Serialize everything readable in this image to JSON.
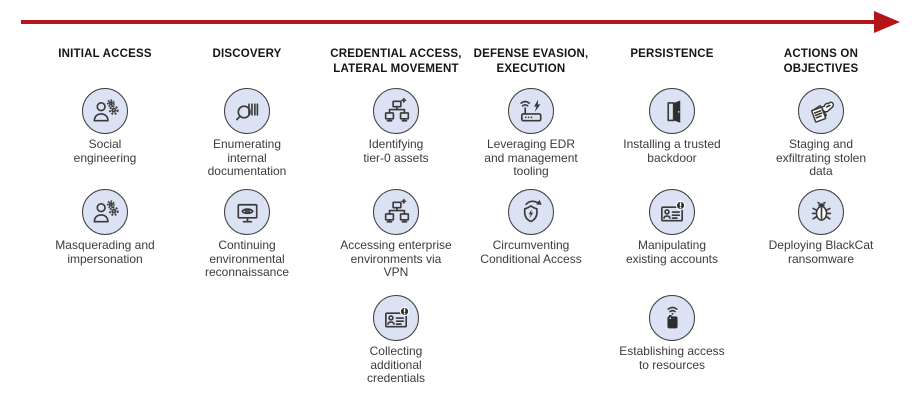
{
  "diagram": {
    "arrow": {
      "direction": "right",
      "color": "#b51418"
    },
    "style": {
      "icon_circle_fill": "#dbe2f3",
      "icon_circle_stroke": "#3f3f3f",
      "icon_glyph_color": "#3a3a3a",
      "header_color": "#151515",
      "label_color": "#3b3b3b",
      "background": "#ffffff"
    },
    "columns": [
      {
        "header": "INITIAL ACCESS",
        "items": [
          {
            "icon": "people-gear-icon",
            "label": "Social\nengineering"
          },
          {
            "icon": "people-gear-icon",
            "label": "Masquerading and\nimpersonation"
          }
        ]
      },
      {
        "header": "DISCOVERY",
        "items": [
          {
            "icon": "barcode-magnifier-icon",
            "label": "Enumerating\ninternal\ndocumentation"
          },
          {
            "icon": "monitor-eye-icon",
            "label": "Continuing\nenvironmental\nreconnaissance"
          }
        ]
      },
      {
        "header": "CREDENTIAL ACCESS,\nLATERAL MOVEMENT",
        "items": [
          {
            "icon": "network-assets-icon",
            "label": "Identifying\ntier-0 assets"
          },
          {
            "icon": "network-assets-icon",
            "label": "Accessing enterprise\nenvironments via\nVPN"
          },
          {
            "icon": "id-badge-alert-icon",
            "label": "Collecting\nadditional\ncredentials"
          }
        ]
      },
      {
        "header": "DEFENSE EVASION,\nEXECUTION",
        "items": [
          {
            "icon": "router-wifi-bolt-icon",
            "label": "Leveraging EDR\nand management\ntooling"
          },
          {
            "icon": "shield-bolt-refresh-icon",
            "label": "Circumventing\nConditional Access"
          }
        ]
      },
      {
        "header": "PERSISTENCE",
        "items": [
          {
            "icon": "open-door-icon",
            "label": "Installing a trusted\nbackdoor"
          },
          {
            "icon": "id-badge-alert-icon",
            "label": "Manipulating\nexisting accounts"
          },
          {
            "icon": "device-wifi-icon",
            "label": "Establishing access\nto resources"
          }
        ]
      },
      {
        "header": "ACTIONS ON\nOBJECTIVES",
        "items": [
          {
            "icon": "hand-documents-icon",
            "label": "Staging and\nexfiltrating stolen\ndata"
          },
          {
            "icon": "bug-icon",
            "label": "Deploying BlackCat\nransomware"
          }
        ]
      }
    ]
  }
}
